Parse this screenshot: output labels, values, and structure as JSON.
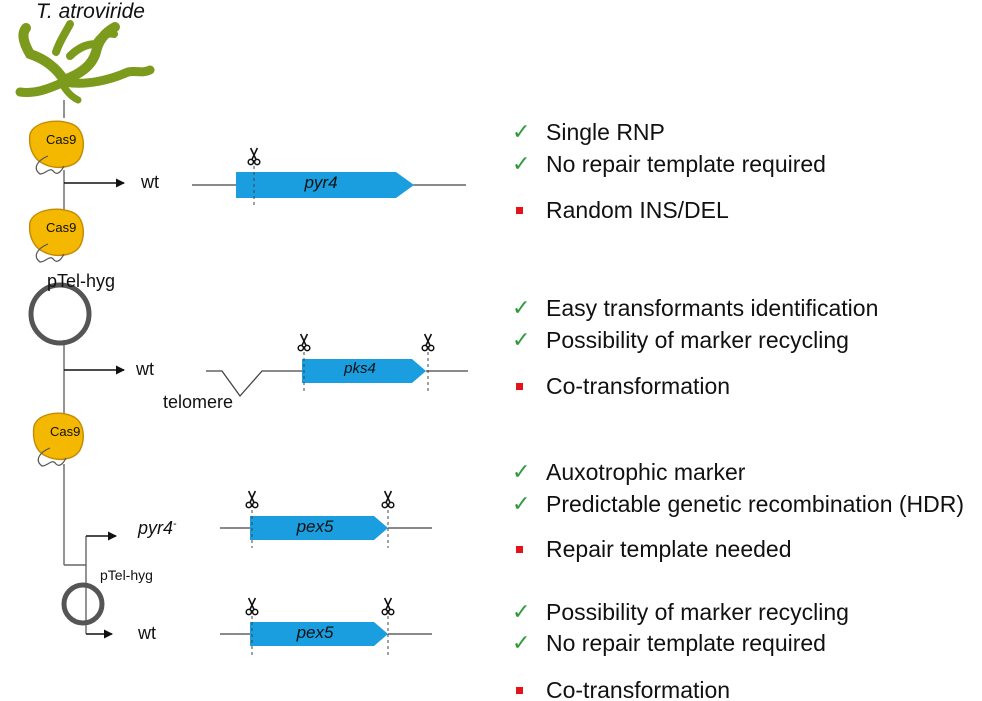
{
  "organism": "T. atroviride",
  "cas_label": "Cas9",
  "plasmid_label": "pTel-hyg",
  "lane_labels": {
    "wt": "wt",
    "telomere": "telomere",
    "pyr4_minus_base": "pyr4",
    "pyr4_minus_sup": "-"
  },
  "genes": {
    "pyr4": "pyr4",
    "pks4": "pks4",
    "pex5_a": "pex5",
    "pex5_b": "pex5"
  },
  "colors": {
    "arrow_blue": "#1a9ee0",
    "cas_yellow": "#f4b800",
    "fungus_green": "#7c9a1c",
    "check_green": "#2e9c3a",
    "bullet_red": "#e3121b"
  },
  "groups": [
    {
      "items": [
        {
          "type": "check",
          "text": "Single RNP"
        },
        {
          "type": "check",
          "text": "No repair template required"
        },
        {
          "type": "bullet",
          "text": "Random INS/DEL"
        }
      ]
    },
    {
      "items": [
        {
          "type": "check",
          "text": "Easy transformants identification"
        },
        {
          "type": "check",
          "text": "Possibility of marker recycling"
        },
        {
          "type": "bullet",
          "text": "Co-transformation"
        }
      ]
    },
    {
      "items": [
        {
          "type": "check",
          "text": "Auxotrophic marker"
        },
        {
          "type": "check",
          "text": "Predictable genetic recombination (HDR)"
        },
        {
          "type": "bullet",
          "text": "Repair template needed"
        }
      ]
    },
    {
      "items": [
        {
          "type": "check",
          "text": "Possibility of marker recycling"
        },
        {
          "type": "check",
          "text": "No repair template required"
        },
        {
          "type": "bullet",
          "text": "Co-transformation"
        }
      ]
    }
  ]
}
